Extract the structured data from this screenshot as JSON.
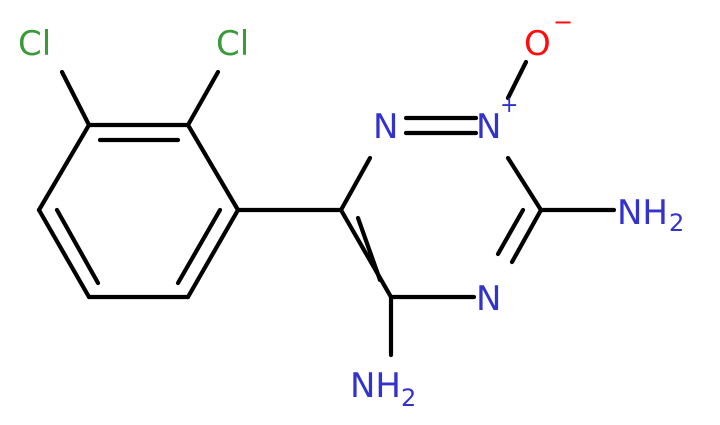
{
  "molecule": {
    "atoms": {
      "cl1": {
        "symbol": "Cl",
        "color": "#3a9a3a"
      },
      "cl2": {
        "symbol": "Cl",
        "color": "#3a9a3a"
      },
      "n1": {
        "symbol": "N",
        "color": "#3333cc"
      },
      "n2": {
        "symbol": "N",
        "charge": "+",
        "color": "#3333cc"
      },
      "n4": {
        "symbol": "N",
        "color": "#3333cc"
      },
      "o": {
        "symbol": "O",
        "charge": "−",
        "color": "#ff0d0d"
      },
      "nh2_right": {
        "symbol": "NH",
        "subscript": "2",
        "color": "#3333cc"
      },
      "nh2_bottom": {
        "symbol": "NH",
        "subscript": "2",
        "color": "#3333cc"
      }
    },
    "bond_color": "#000000"
  }
}
